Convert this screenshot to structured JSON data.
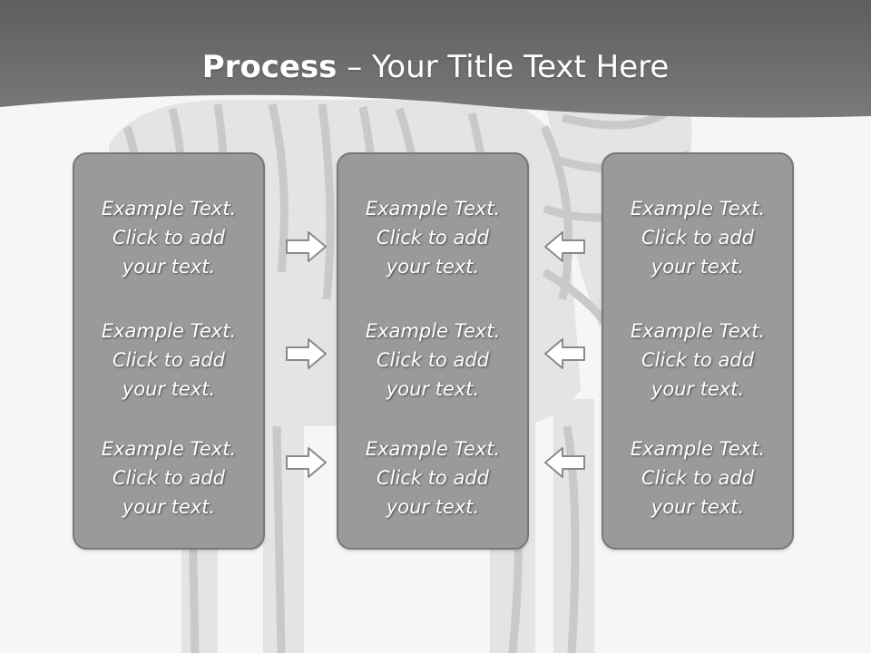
{
  "title": {
    "bold": "Process",
    "rest": " – Your Title Text Here"
  },
  "columns": [
    {
      "items": [
        [
          "Example Text.",
          "Click  to add",
          "your text."
        ],
        [
          "Example Text.",
          "Click  to add",
          "your text."
        ],
        [
          "Example Text.",
          "Click  to add",
          "your text."
        ]
      ]
    },
    {
      "items": [
        [
          "Example Text.",
          "Click  to add",
          "your text."
        ],
        [
          "Example Text.",
          "Click  to add",
          "your text."
        ],
        [
          "Example Text.",
          "Click  to add",
          "your text."
        ]
      ]
    },
    {
      "items": [
        [
          "Example Text.",
          "Click  to add",
          "your text."
        ],
        [
          "Example Text.",
          "Click  to add",
          "your text."
        ],
        [
          "Example Text.",
          "Click  to add",
          "your text."
        ]
      ]
    }
  ],
  "arrows": {
    "left_side": "right-arrow-icon",
    "right_side": "left-arrow-icon"
  },
  "colors": {
    "header": "#666666",
    "panel": "#9a9a9a",
    "panel_border": "#787878",
    "text": "#ffffff",
    "background": "#f6f6f6"
  }
}
